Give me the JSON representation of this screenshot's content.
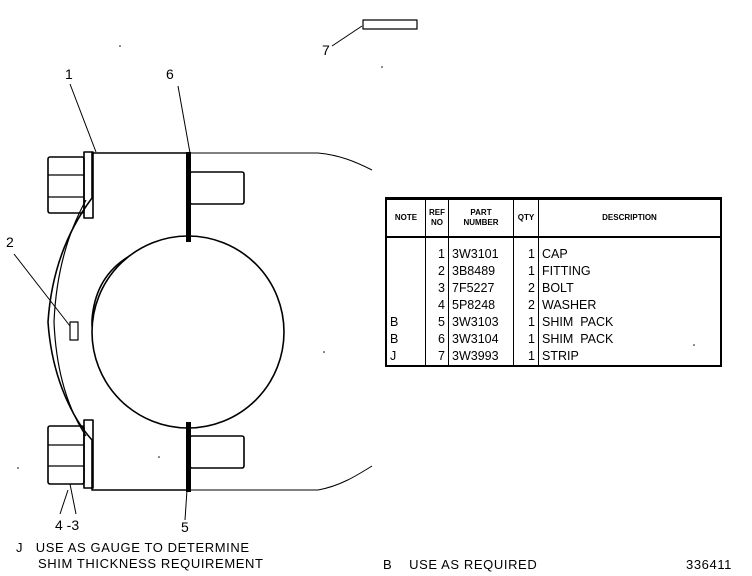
{
  "callouts": {
    "c1": "1",
    "c2": "2",
    "c4_3": "4 -3",
    "c5": "5",
    "c6": "6",
    "c7": "7"
  },
  "table": {
    "headers": {
      "note": "NOTE",
      "ref_no": "REF NO",
      "part_number": "PART NUMBER",
      "qty": "QTY",
      "description": "DESCRIPTION"
    },
    "rows": [
      {
        "note": "",
        "ref": "1",
        "part": "3W3101",
        "qty": "1",
        "desc": "CAP"
      },
      {
        "note": "",
        "ref": "2",
        "part": "3B8489",
        "qty": "1",
        "desc": "FITTING"
      },
      {
        "note": "",
        "ref": "3",
        "part": "7F5227",
        "qty": "2",
        "desc": "BOLT"
      },
      {
        "note": "",
        "ref": "4",
        "part": "5P8248",
        "qty": "2",
        "desc": "WASHER"
      },
      {
        "note": "B",
        "ref": "5",
        "part": "3W3103",
        "qty": "1",
        "desc": "SHIM  PACK"
      },
      {
        "note": "B",
        "ref": "6",
        "part": "3W3104",
        "qty": "1",
        "desc": "SHIM  PACK"
      },
      {
        "note": "J",
        "ref": "7",
        "part": "3W3993",
        "qty": "1",
        "desc": "STRIP"
      }
    ]
  },
  "notes": {
    "j_line1": "J   USE AS GAUGE TO DETERMINE",
    "j_line2": "SHIM THICKNESS REQUIREMENT",
    "b_line": "B    USE AS REQUIRED"
  },
  "figure_number": "336411"
}
